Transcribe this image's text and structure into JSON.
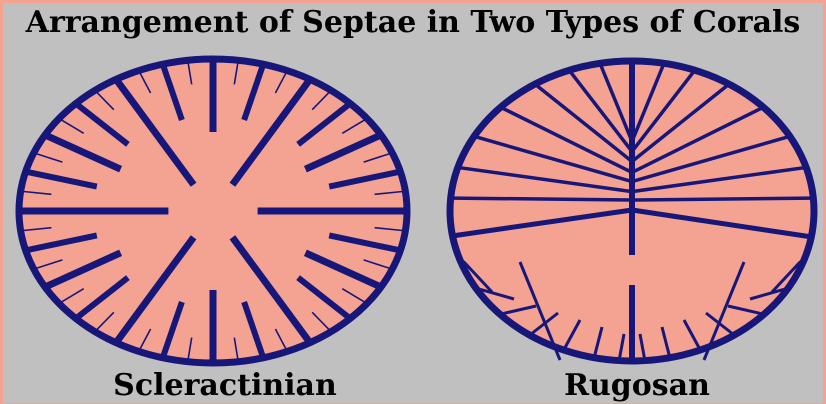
{
  "title": "Arrangement of Septae in Two Types of Corals",
  "corals": [
    {
      "label": "Scleractinian"
    },
    {
      "label": "Rugosan"
    }
  ],
  "colors": {
    "background": "#c0c0c0",
    "fill": "#f4a292",
    "stroke": "#17177a",
    "text": "#000000"
  }
}
